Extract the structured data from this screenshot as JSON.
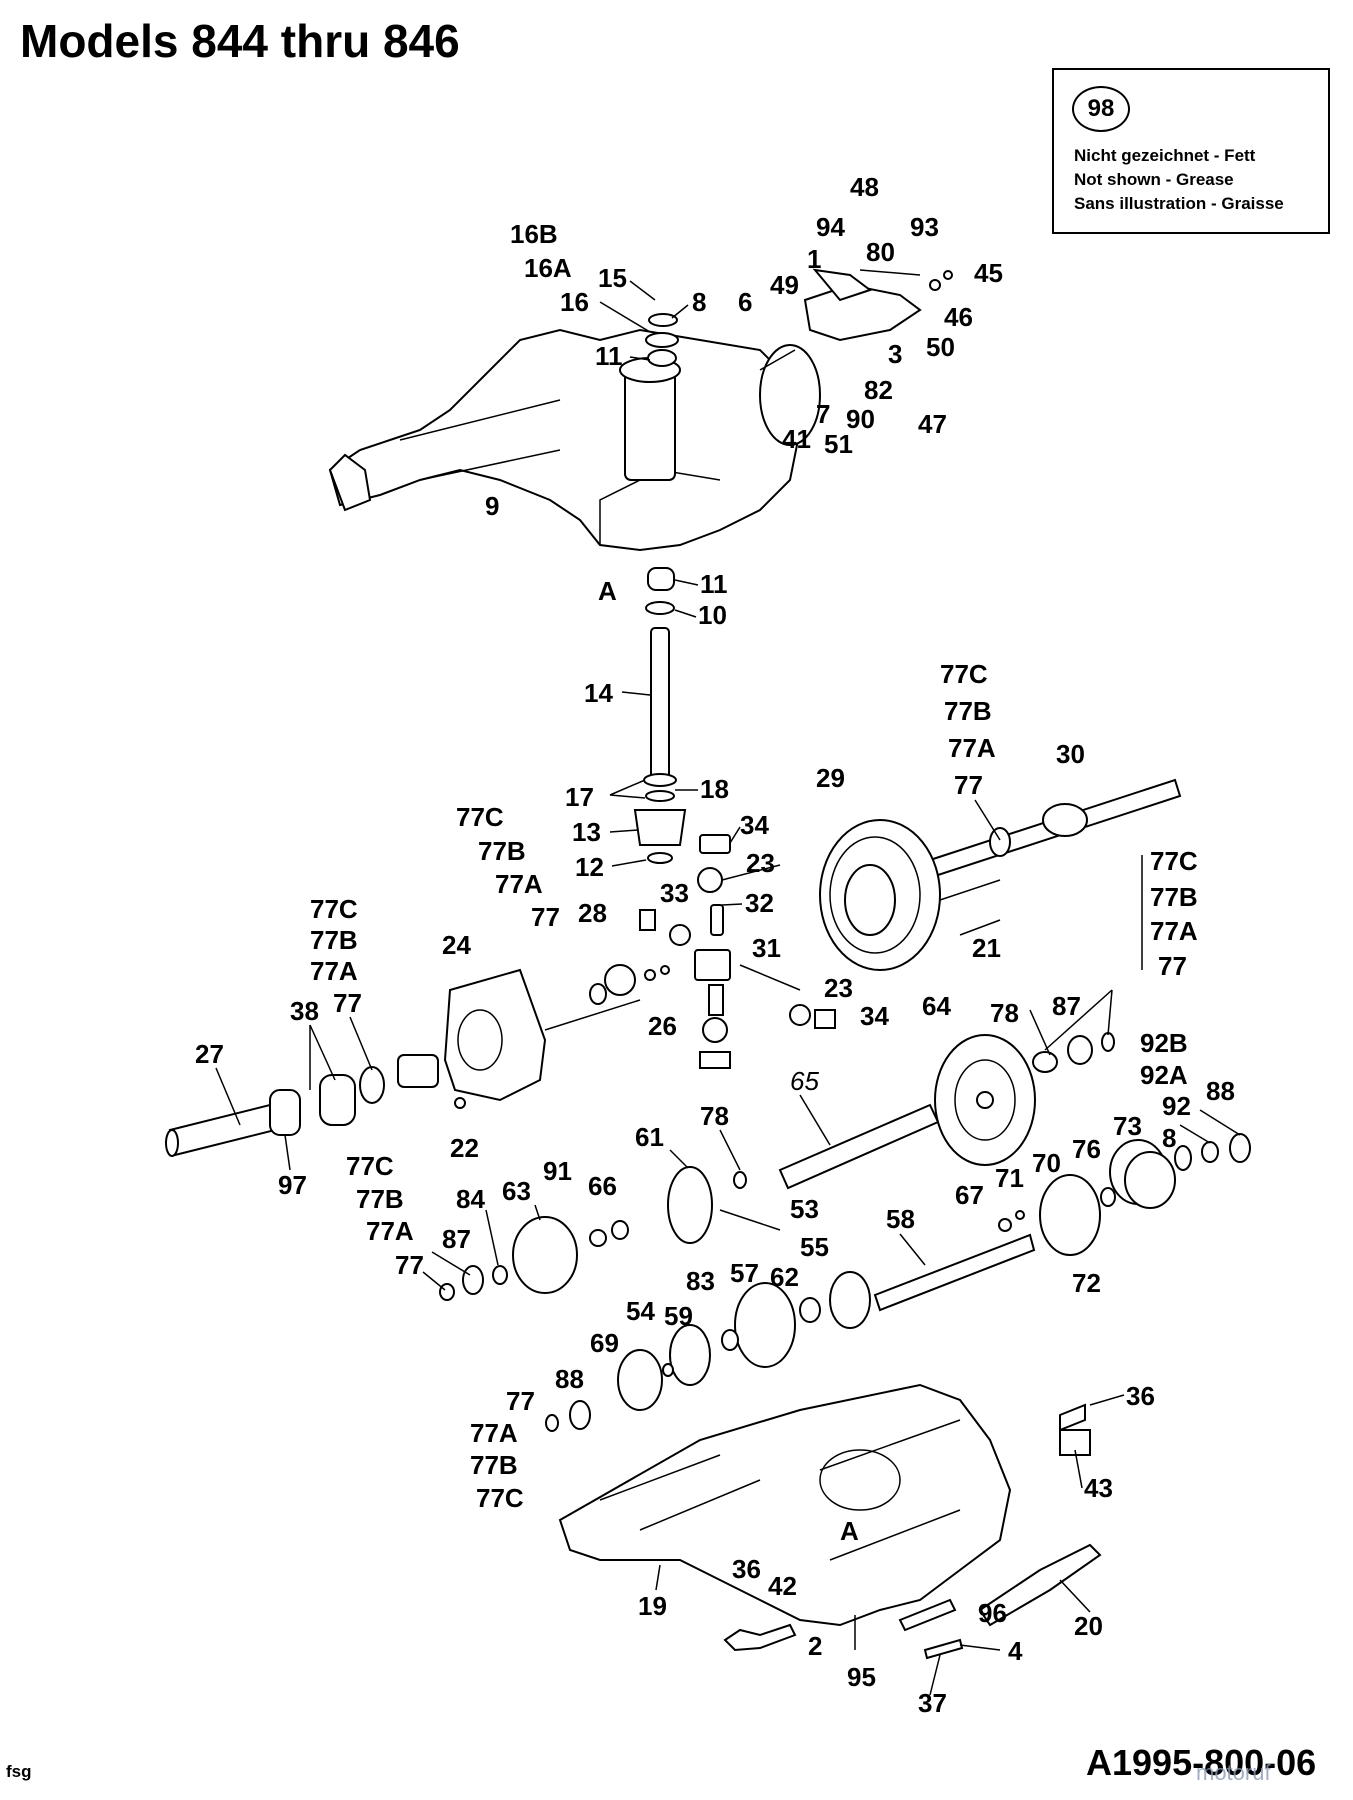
{
  "title": "Models 844 thru 846",
  "legend": {
    "number": "98",
    "lines": [
      "Nicht gezeichnet - Fett",
      "Not shown - Grease",
      "Sans illustration - Graisse"
    ]
  },
  "footer": {
    "left": "fsg",
    "drawing_code": "A1995-800-06",
    "watermark": "motoruf"
  },
  "callouts": {
    "c16B": "16B",
    "c16A": "16A",
    "c15": "15",
    "c8a": "8",
    "c16": "16",
    "c6": "6",
    "c49": "49",
    "c1": "1",
    "c94": "94",
    "c48": "48",
    "c93": "93",
    "c80": "80",
    "c45": "45",
    "c46": "46",
    "c50": "50",
    "c3": "3",
    "c82": "82",
    "c11a": "11",
    "c7": "7",
    "c90": "90",
    "c47": "47",
    "c41": "41",
    "c51": "51",
    "c9": "9",
    "cA1": "A",
    "c11b": "11",
    "c10": "10",
    "c14": "14",
    "c77Ca": "77C",
    "c77Ba": "77B",
    "c77Aa": "77A",
    "c77a": "77",
    "c30": "30",
    "c29": "29",
    "c17": "17",
    "c18": "18",
    "c77Cb": "77C",
    "c77Bb": "77B",
    "c77Ab": "77A",
    "c13": "13",
    "c34a": "34",
    "c12": "12",
    "c23a": "23",
    "c33": "33",
    "c32": "32",
    "c77Cc": "77C",
    "c77Bc": "77B",
    "c77Ac": "77A",
    "c77c": "77",
    "c77b": "77",
    "c28": "28",
    "c24": "24",
    "c31": "31",
    "c21": "21",
    "c77Cd": "77C",
    "c77Bd": "77B",
    "c77Ad": "77A",
    "c77d": "77",
    "c38": "38",
    "c23b": "23",
    "c26": "26",
    "c34b": "34",
    "c64": "64",
    "c78a": "78",
    "c87a": "87",
    "c27": "27",
    "c92B": "92B",
    "c92A": "92A",
    "c22": "22",
    "c92": "92",
    "c88a": "88",
    "c97": "97",
    "c65": "65",
    "c61": "61",
    "c78b": "78",
    "c73": "73",
    "c8b": "8",
    "c77Ce": "77C",
    "c77Be": "77B",
    "c77Ae": "77A",
    "c77e": "77",
    "c91": "91",
    "c66": "66",
    "c84": "84",
    "c63": "63",
    "c53": "53",
    "c76": "76",
    "c70": "70",
    "c71": "71",
    "c67": "67",
    "c87b": "87",
    "c58": "58",
    "c55": "55",
    "c57": "57",
    "c62": "62",
    "c83": "83",
    "c72": "72",
    "c54": "54",
    "c59": "59",
    "c69": "69",
    "c88b": "88",
    "c36a": "36",
    "c77f": "77",
    "c77Af": "77A",
    "c77Bf": "77B",
    "c77Cf": "77C",
    "c43": "43",
    "cA2": "A",
    "c36b": "36",
    "c42": "42",
    "c19": "19",
    "c96": "96",
    "c20": "20",
    "c2": "2",
    "c95": "95",
    "c4": "4",
    "c37": "37"
  }
}
